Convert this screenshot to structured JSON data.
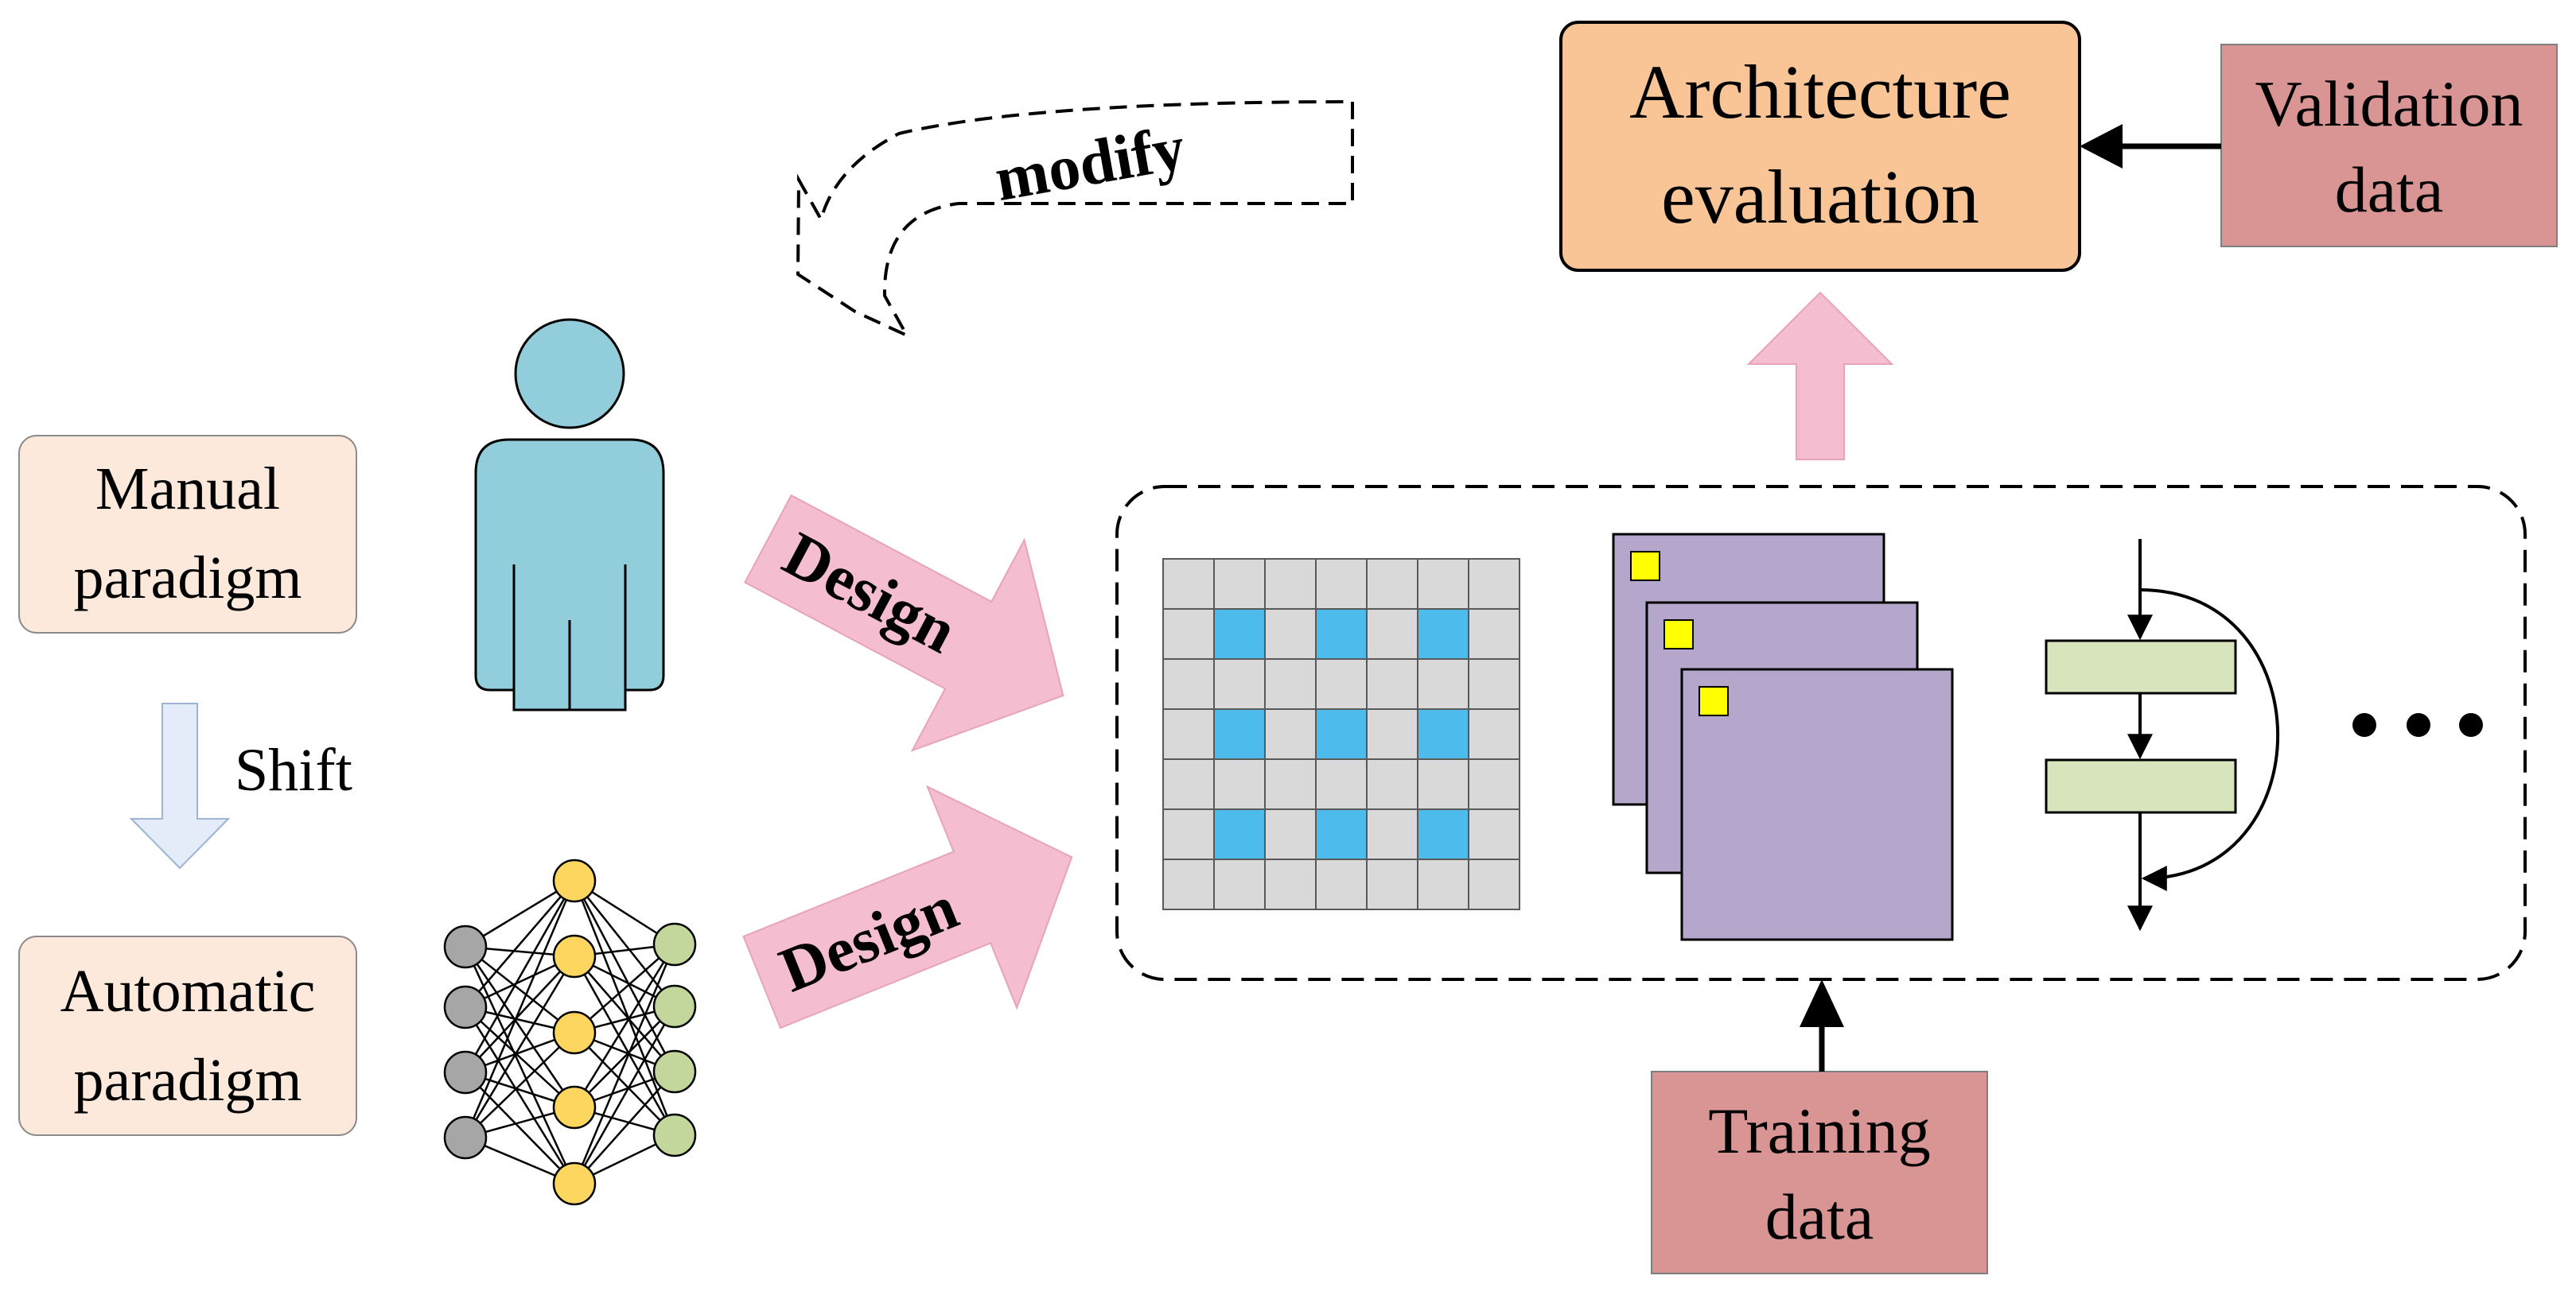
{
  "labels": {
    "manual_line1": "Manual",
    "manual_line2": "paradigm",
    "shift": "Shift",
    "automatic_line1": "Automatic",
    "automatic_line2": "paradigm",
    "modify": "modify",
    "design_top": "Design",
    "design_bottom": "Design",
    "arch_line1": "Architecture",
    "arch_line2": "evaluation",
    "validation_line1": "Validation",
    "validation_line2": "data",
    "training_line1": "Training",
    "training_line2": "data",
    "ellipsis_icon": "more-options-ellipsis"
  },
  "colors": {
    "paradigm_box": "#FCE9DC",
    "person": "#92CDDC",
    "arch_box": "#F9C596",
    "data_box": "#D99594",
    "design_arrow": "#F4BDD0",
    "shift_arrow": "#E3ECF8",
    "grid_cell": "#D9D9D9",
    "grid_highlight": "#4DBBEB",
    "feature_map": "#B4A7CB",
    "feature_dot": "#FFFF00",
    "residual_block": "#D8E4BC",
    "nn_input": "#A6A6A6",
    "nn_hidden": "#FDD660",
    "nn_output": "#C3D69B"
  }
}
